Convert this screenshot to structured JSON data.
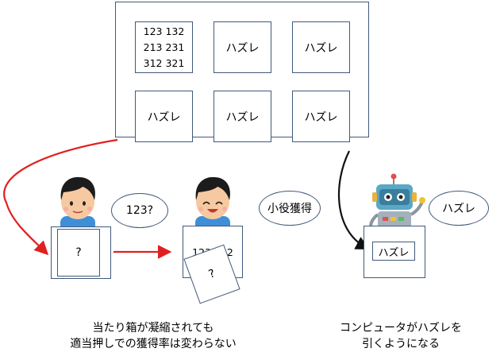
{
  "panel": {
    "top_left_cell": "123 132\n213 231\n312 321",
    "miss_label": "ハズレ"
  },
  "left_person": {
    "speech": "123?",
    "card_label": "?"
  },
  "middle_person": {
    "speech": "小役獲得",
    "box_text": "123 132\n213 231",
    "card_label": "?"
  },
  "robot": {
    "speech": "ハズレ",
    "screen_label": "ハズレ"
  },
  "captions": {
    "left": "当たり箱が凝縮されても\n適当押しでの獲得率は変わらない",
    "right": "コンピュータがハズレを\n引くようになる"
  },
  "colors": {
    "border": "#41597a",
    "red_arrow": "#e02020",
    "black_arrow": "#111111"
  }
}
